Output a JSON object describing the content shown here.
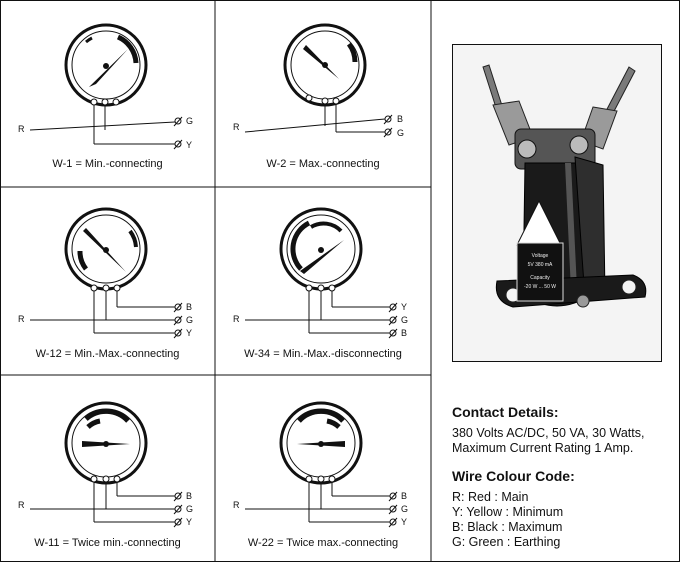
{
  "diagrams": [
    {
      "code": "W-1",
      "caption": "W-1 = Min.-connecting",
      "wire_left": "R",
      "wire_right": [
        "G",
        "Y"
      ]
    },
    {
      "code": "W-2",
      "caption": "W-2 = Max.-connecting",
      "wire_left": "R",
      "wire_right": [
        "B",
        "G"
      ]
    },
    {
      "code": "W-12",
      "caption": "W-12 = Min.-Max.-connecting",
      "wire_left": "R",
      "wire_right": [
        "B",
        "G",
        "Y"
      ]
    },
    {
      "code": "W-34",
      "caption": "W-34 = Min.-Max.-disconnecting",
      "wire_left": "R",
      "wire_right": [
        "Y",
        "G",
        "B"
      ]
    },
    {
      "code": "W-11",
      "caption": "W-11 = Twice min.-connecting",
      "wire_left": "R",
      "wire_right": [
        "B",
        "G",
        "Y"
      ]
    },
    {
      "code": "W-22",
      "caption": "W-22 = Twice max.-connecting",
      "wire_left": "R",
      "wire_right": [
        "B",
        "G",
        "Y"
      ]
    }
  ],
  "photo": {
    "label_lines": [
      "Voltage",
      "5V 380 mA",
      "Capacity",
      "-20 W ... 50 W"
    ]
  },
  "contact": {
    "heading": "Contact Details:",
    "lines": [
      "380 Volts AC/DC, 50 VA, 30 Watts,",
      "Maximum Current Rating 1 Amp."
    ]
  },
  "wire_code": {
    "heading": "Wire Colour Code:",
    "items": [
      "R: Red : Main",
      "Y: Yellow : Minimum",
      "B: Black : Maximum",
      "G: Green : Earthing"
    ]
  }
}
